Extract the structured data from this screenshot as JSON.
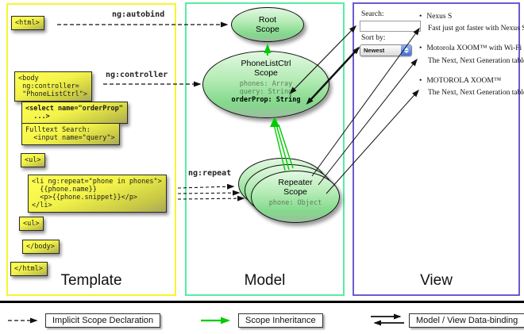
{
  "columns": {
    "template_label": "Template",
    "model_label": "Model",
    "view_label": "View"
  },
  "template_code": {
    "html_open": "<html>",
    "body_open": "<body\n ng:controller=\n \"PhoneListCtrl\">",
    "select": "<select name=\"orderProp\"\n  ...>",
    "fulltext": "Fulltext Search:\n  <input name=\"query\">",
    "ul_open": "<ul>",
    "li_repeat": "<li ng:repeat=\"phone in phones\">\n  {{phone.name}}\n  <p>{{phone.snippet}}</p>\n</li>",
    "ul_close": "<ul>",
    "body_close": "</body>",
    "html_close": "</html>"
  },
  "directives": {
    "autobind": "ng:autobind",
    "controller": "ng:controller",
    "repeat": "ng:repeat"
  },
  "model": {
    "root_scope": {
      "title": "Root\nScope"
    },
    "phonelist_scope": {
      "title": "PhoneListCtrl\nScope",
      "props": [
        "phones: Array",
        "query: String",
        "orderProp: String"
      ]
    },
    "repeater_scope": {
      "title": "Repeater\nScope",
      "prop": "phone: Object"
    }
  },
  "view": {
    "search_label": "Search:",
    "sort_label": "Sort by:",
    "sort_value": "Newest",
    "items": [
      {
        "name": "Nexus S",
        "desc": "Fast just got faster with Nexus S."
      },
      {
        "name": "Motorola XOOM™ with Wi-Fi",
        "desc": "The Next, Next Generation tablet."
      },
      {
        "name": "MOTOROLA XOOM™",
        "desc": "The Next, Next Generation tablet."
      }
    ]
  },
  "legend": {
    "implicit": "Implicit Scope Declaration",
    "inheritance": "Scope Inheritance",
    "binding": "Model / View Data-binding"
  },
  "icons": {
    "bullet": "•"
  },
  "colors": {
    "template_border": "#f6f62e",
    "model_border": "#57eda0",
    "view_border": "#6a5bd0",
    "green_arrow": "#00cc00",
    "code_box_yellow": "#ffff52",
    "scope_green": "#84d98c"
  }
}
